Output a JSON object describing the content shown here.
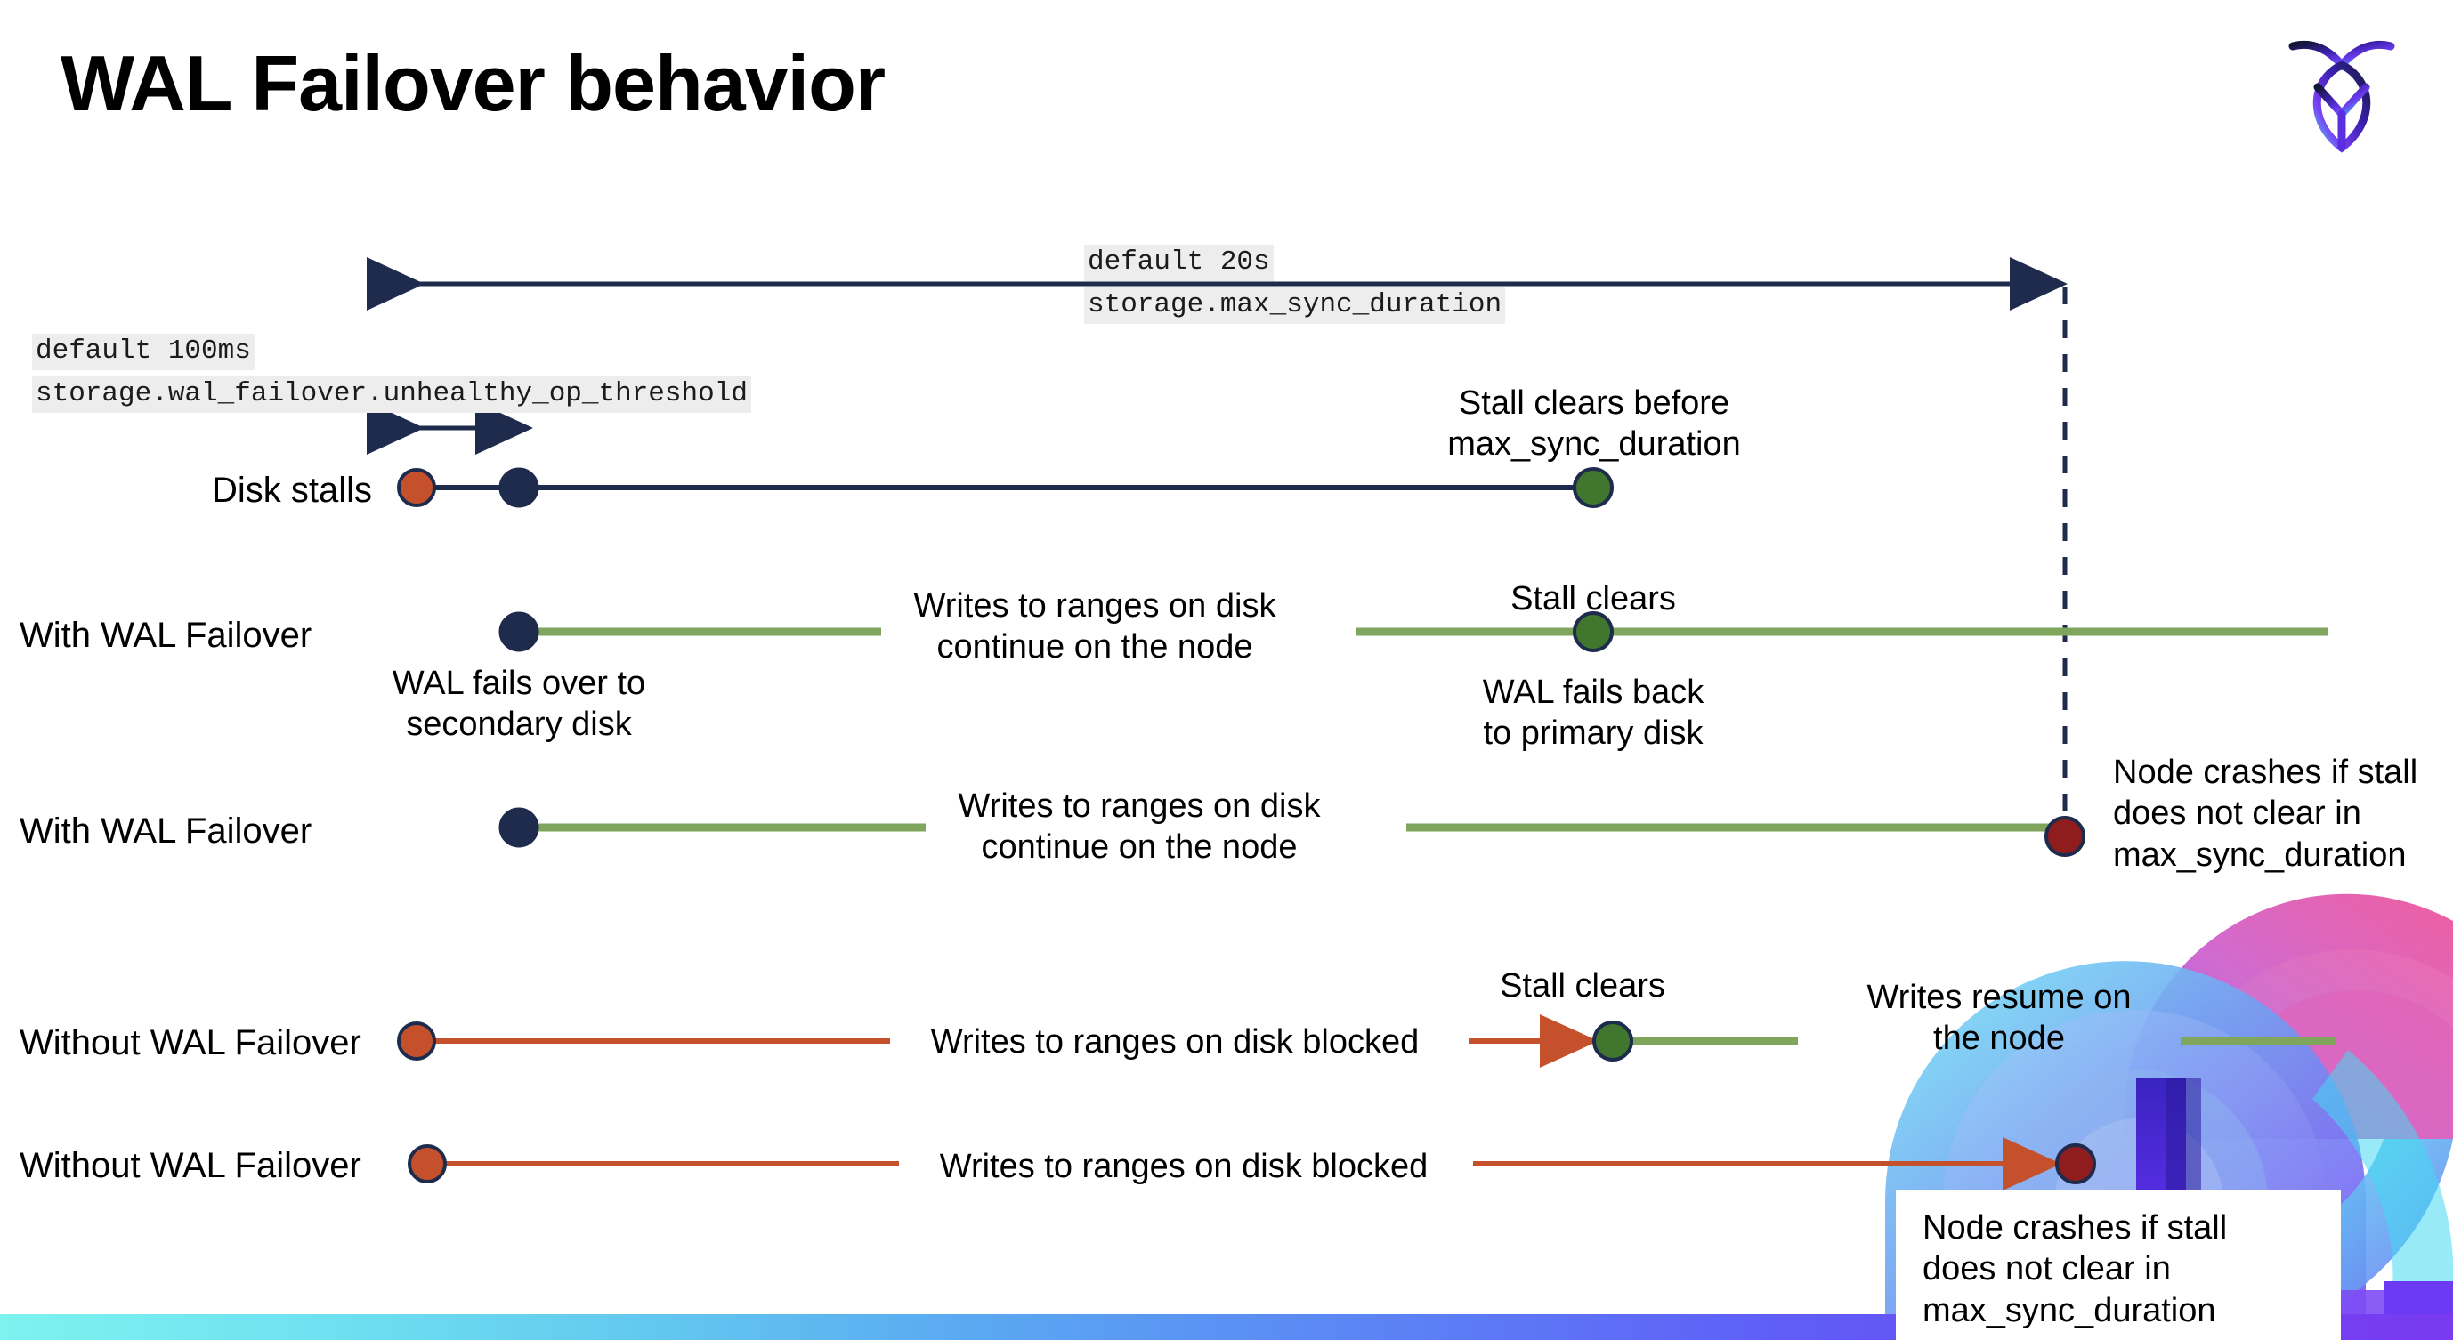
{
  "slide": {
    "title": "WAL Failover behavior",
    "brand": "cockroach-labs-logo"
  },
  "settings": {
    "max_sync": {
      "default_label": "default 20s",
      "setting_name": "storage.max_sync_duration"
    },
    "unhealthy_op": {
      "default_label": "default 100ms",
      "setting_name": "storage.wal_failover.unhealthy_op_threshold"
    }
  },
  "rows": [
    {
      "id": "disk-stalls",
      "label": "Disk stalls",
      "annotations": [
        {
          "id": "stall-clears-before",
          "text": "Stall clears before\nmax_sync_duration"
        }
      ]
    },
    {
      "id": "with-wal-failover-clears",
      "label": "With WAL Failover",
      "annotations": [
        {
          "id": "wal-fails-over",
          "text": "WAL fails over to\nsecondary disk"
        },
        {
          "id": "writes-continue",
          "text": "Writes to ranges on disk\ncontinue on the node"
        },
        {
          "id": "stall-clears",
          "text": "Stall clears"
        },
        {
          "id": "wal-fails-back",
          "text": "WAL fails  back\nto primary disk"
        }
      ]
    },
    {
      "id": "with-wal-failover-crash",
      "label": "With WAL Failover",
      "annotations": [
        {
          "id": "writes-continue-2",
          "text": "Writes to ranges on disk\ncontinue on the node"
        },
        {
          "id": "node-crashes-1",
          "text": "Node crashes if stall\ndoes not clear in\nmax_sync_duration"
        }
      ]
    },
    {
      "id": "without-wal-failover-clears",
      "label": "Without WAL Failover",
      "annotations": [
        {
          "id": "writes-blocked-1",
          "text": "Writes to ranges on disk  blocked"
        },
        {
          "id": "stall-clears-2",
          "text": "Stall clears"
        },
        {
          "id": "writes-resume",
          "text": "Writes resume on\nthe node"
        }
      ]
    },
    {
      "id": "without-wal-failover-crash",
      "label": "Without WAL Failover",
      "annotations": [
        {
          "id": "writes-blocked-2",
          "text": "Writes to ranges on disk  blocked"
        },
        {
          "id": "node-crashes-2",
          "text": "Node crashes if stall\ndoes not clear in\nmax_sync_duration"
        }
      ]
    }
  ],
  "text": {
    "title": "WAL Failover behavior",
    "default_20s": "default 20s",
    "storage_max_sync_duration": "storage.max_sync_duration",
    "default_100ms": "default 100ms",
    "storage_wal_failover_threshold": "storage.wal_failover.unhealthy_op_threshold",
    "disk_stalls": "Disk stalls",
    "with_wal_failover": "With WAL Failover",
    "with_wal_failover_2": "With WAL Failover",
    "without_wal_failover": "Without WAL Failover",
    "without_wal_failover_2": "Without WAL Failover",
    "stall_clears_before_l1": "Stall clears before",
    "stall_clears_before_l2": "max_sync_duration",
    "wal_fails_over_l1": "WAL fails over to",
    "wal_fails_over_l2": "secondary disk",
    "writes_continue_l1": "Writes to ranges on disk",
    "writes_continue_l2": "continue on the node",
    "stall_clears": "Stall clears",
    "wal_fails_back_l1": "WAL fails  back",
    "wal_fails_back_l2": "to primary disk",
    "writes_continue2_l1": "Writes to ranges on disk",
    "writes_continue2_l2": "continue on the node",
    "node_crashes_l1": "Node crashes if stall",
    "node_crashes_l2": "does not clear in",
    "node_crashes_l3": "max_sync_duration",
    "writes_blocked_1": "Writes to ranges on disk  blocked",
    "stall_clears_2": "Stall clears",
    "writes_resume_l1": "Writes resume on",
    "writes_resume_l2": "the node",
    "writes_blocked_2": "Writes to ranges on disk  blocked",
    "node_crashes2_l1": "Node crashes if stall",
    "node_crashes2_l2": "does not clear in",
    "node_crashes2_l3": "max_sync_duration"
  },
  "colors": {
    "navy": "#1e2b4d",
    "green_line": "#7fa65c",
    "green_dot": "#40762e",
    "orange": "#c4512b",
    "dark_red": "#8f1d1d",
    "mono_bg": "#ededed",
    "band_start": "#7ef2ef",
    "band_end": "#7a3af0"
  },
  "markers": {
    "stall_start": "orange-dot",
    "failover_trigger": "navy-dot",
    "stall_cleared": "green-dot",
    "node_crash": "dark-red-dot"
  }
}
